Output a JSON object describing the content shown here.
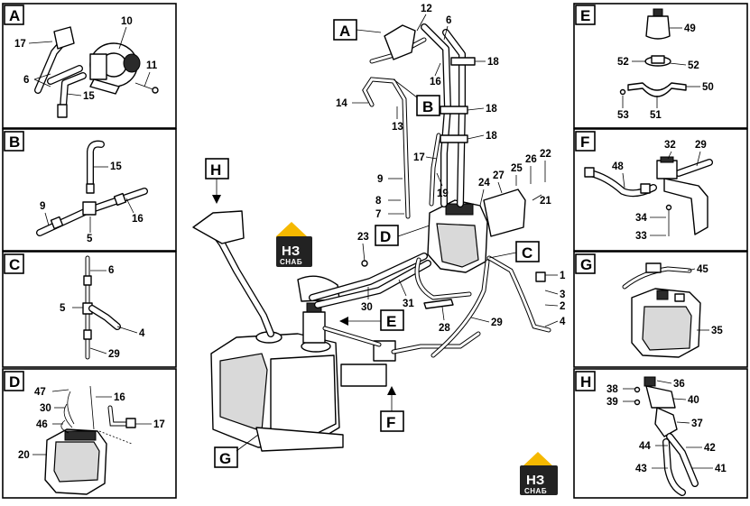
{
  "panels": {
    "A": {
      "letter": "A",
      "callouts": [
        "10",
        "17",
        "11",
        "6",
        "15"
      ]
    },
    "B": {
      "letter": "B",
      "callouts": [
        "15",
        "9",
        "16",
        "5"
      ]
    },
    "C": {
      "letter": "C",
      "callouts": [
        "6",
        "5",
        "4",
        "29"
      ]
    },
    "D": {
      "letter": "D",
      "callouts": [
        "47",
        "16",
        "30",
        "17",
        "46",
        "20"
      ]
    },
    "E": {
      "letter": "E",
      "callouts": [
        "49",
        "52",
        "52",
        "50",
        "53",
        "51"
      ]
    },
    "F": {
      "letter": "F",
      "callouts": [
        "32",
        "29",
        "48",
        "34",
        "33"
      ]
    },
    "G": {
      "letter": "G",
      "callouts": [
        "45",
        "35"
      ]
    },
    "H": {
      "letter": "H",
      "callouts": [
        "38",
        "36",
        "39",
        "40",
        "37",
        "44",
        "42",
        "43",
        "41"
      ]
    }
  },
  "main": {
    "view_markers": [
      "A",
      "B",
      "H",
      "D",
      "C",
      "E",
      "F",
      "G"
    ],
    "callouts": [
      "12",
      "6",
      "18",
      "16",
      "14",
      "13",
      "18",
      "18",
      "17",
      "9",
      "19",
      "27",
      "25",
      "26",
      "22",
      "8",
      "24",
      "7",
      "21",
      "23",
      "1",
      "3",
      "2",
      "4",
      "31",
      "30",
      "28",
      "29"
    ]
  },
  "watermark": {
    "mark": "НЗ",
    "caption": "СНАБ"
  }
}
